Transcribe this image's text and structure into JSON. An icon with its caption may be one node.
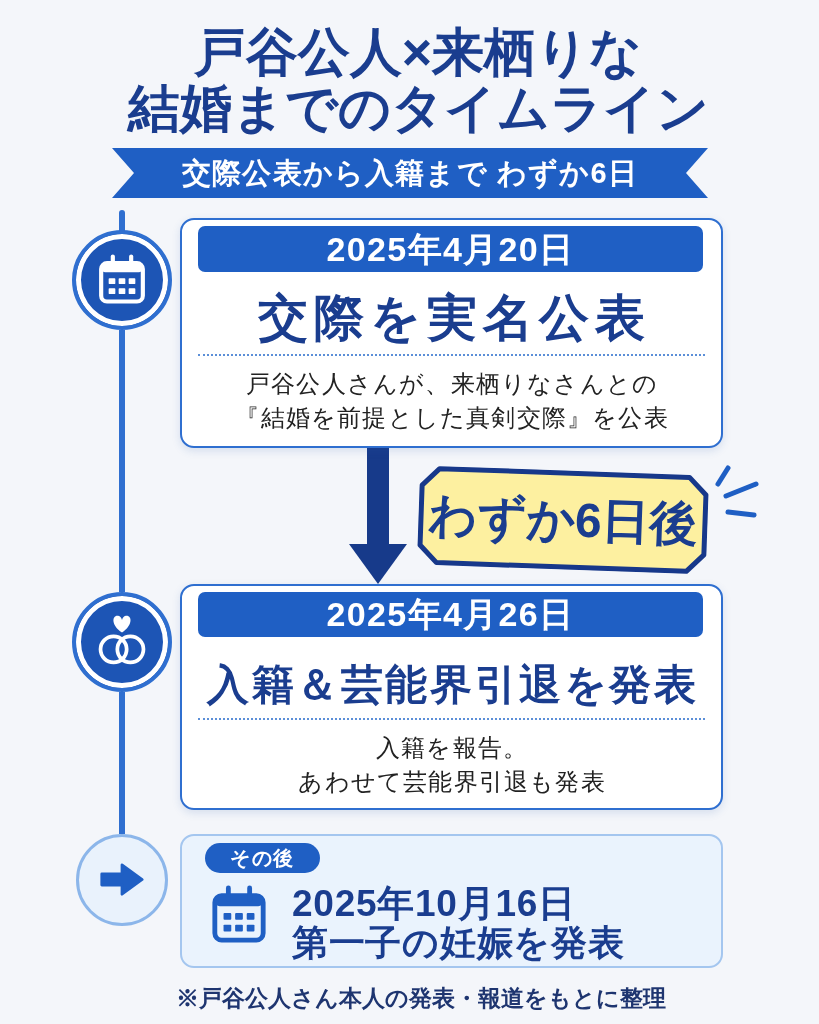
{
  "diagram": {
    "title": "戸谷公人×来栖りな結婚までのタイムライン",
    "nodes": [
      {
        "text": [
          "交際公表から入籍まで わずか6日"
        ]
      },
      {
        "text": [],
        "shape": "circle"
      },
      {
        "text": [
          "交際を実名公表",
          "戸谷公人さんが、来栖りなさんとの『結婚を前提とした真剣交際』を公表"
        ]
      },
      {
        "text": [
          "2025年4月20日"
        ],
        "in": 2
      },
      {
        "text": [
          "わずか6日後"
        ]
      },
      {
        "text": [],
        "shape": "circle"
      },
      {
        "text": [
          "入籍＆芸能界引退を発表",
          "入籍を報告。あわせて芸能界引退も発表"
        ]
      },
      {
        "text": [
          "2025年4月26日"
        ],
        "in": 6
      },
      {
        "text": [],
        "shape": "circle"
      },
      {
        "text": [
          "2025年10月16日",
          "第一子の妊娠を発表"
        ]
      },
      {
        "text": [
          "その後"
        ],
        "in": 9
      }
    ],
    "edges": [
      {
        "from": 1,
        "to": 5,
        "arrow": "none"
      },
      {
        "from": 5,
        "to": 8,
        "arrow": "none"
      },
      {
        "from": 2,
        "to": 6,
        "arrow": "to",
        "style": "thick",
        "color": "#173a8a"
      }
    ],
    "labels": [
      "※戸谷公人さん本人の発表・報道をもとに整理"
    ]
  }
}
